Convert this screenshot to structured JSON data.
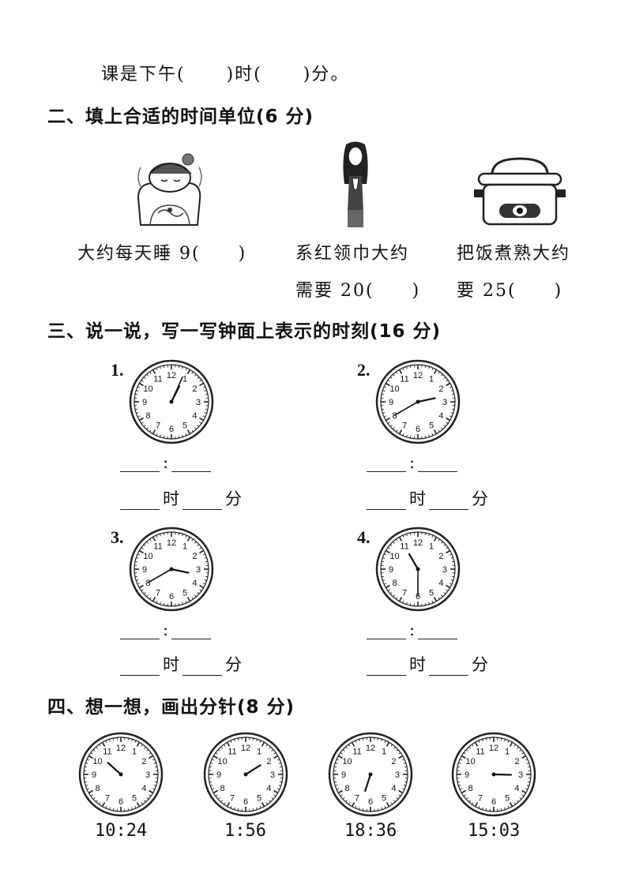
{
  "top_line": {
    "t1": "课是下午(",
    "t2": ")时(",
    "t3": ")分。"
  },
  "section2": {
    "title": "二、填上合适的时间单位(6 分)",
    "items": [
      {
        "line1": "大约每天睡 9(　　)",
        "line2": ""
      },
      {
        "line1": "系红领巾大约",
        "line2": "需要 20(　　)"
      },
      {
        "line1": "把饭煮熟大约",
        "line2": "要 25(　　)"
      }
    ],
    "icons": [
      "sleeping-child-icon",
      "girl-tying-scarf-icon",
      "rice-cooker-icon"
    ]
  },
  "section3": {
    "title": "三、说一说，写一写钟面上表示的时刻(16 分)",
    "numbers": [
      "1.",
      "2.",
      "3.",
      "4."
    ],
    "colon": ":",
    "hour_label": "时",
    "minute_label": "分",
    "clocks": [
      {
        "hour": 12.9,
        "minute": 4
      },
      {
        "hour": 2.6,
        "minute": 40
      },
      {
        "hour": 3.4,
        "minute": 40
      },
      {
        "hour": 11,
        "minute": 30
      }
    ]
  },
  "section4": {
    "title": "四、想一想，画出分针(8 分)",
    "clocks": [
      {
        "label": "10:24",
        "hour": 10.4
      },
      {
        "label": "1:56",
        "hour": 1.93
      },
      {
        "label": "18:36",
        "hour": 6.6
      },
      {
        "label": "15:03",
        "hour": 3.05
      }
    ]
  },
  "clock_numbers": [
    "12",
    "1",
    "2",
    "3",
    "4",
    "5",
    "6",
    "7",
    "8",
    "9",
    "10",
    "11"
  ]
}
